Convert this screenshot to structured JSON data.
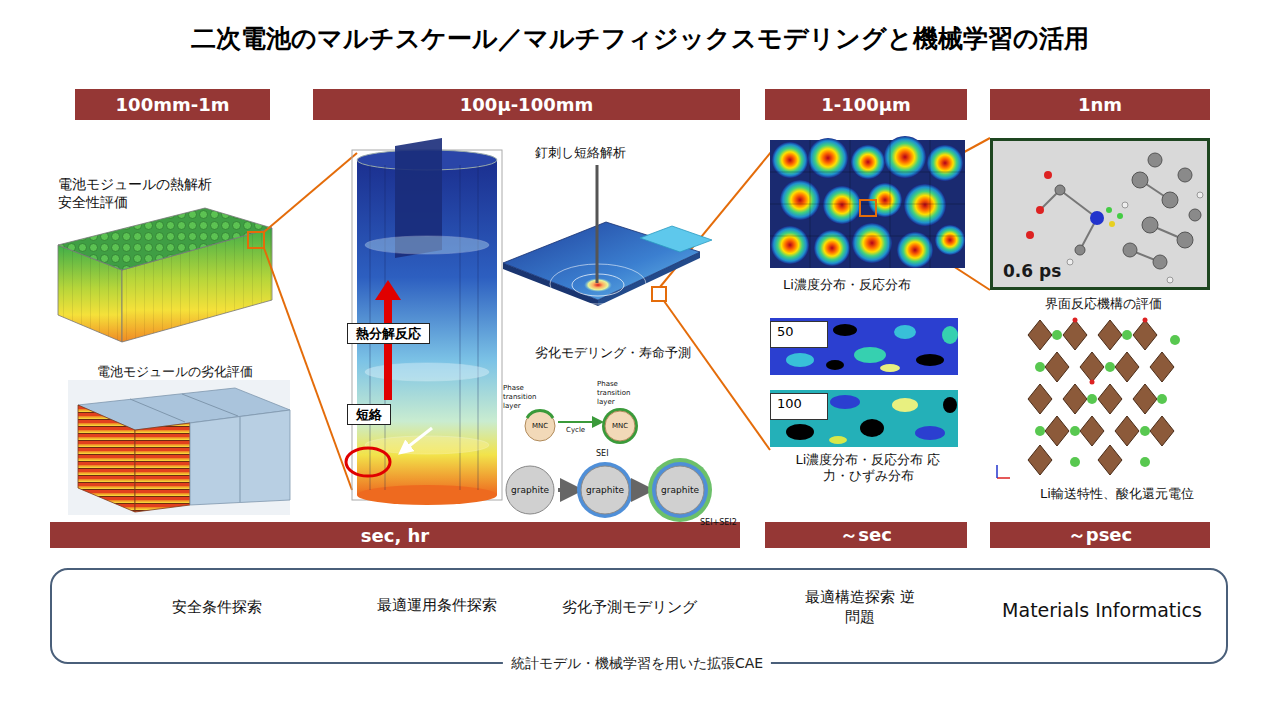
{
  "diagram": {
    "title": "二次電池のマルチスケール／マルチフィジックスモデリングと機械学習の活用",
    "nodes": [
      {
        "text": [
          "100mm-1m"
        ]
      },
      {
        "text": [
          "100μ-100mm"
        ]
      },
      {
        "text": [
          "1-100μm"
        ]
      },
      {
        "text": [
          "1nm"
        ]
      },
      {
        "text": [
          "熱分解反応"
        ]
      },
      {
        "text": [
          "短絡"
        ]
      },
      {
        "text": [
          "50"
        ]
      },
      {
        "text": [
          "100"
        ]
      },
      {
        "text": [
          "0.6 ps"
        ]
      },
      {
        "text": [
          "sec, hr"
        ]
      },
      {
        "text": [
          "～sec"
        ]
      },
      {
        "text": [
          "～psec"
        ]
      },
      {
        "text": [
          "安全条件探索",
          "最適運用条件探索",
          "劣化予測モデリング",
          "最適構造探索 逆問題",
          "Materials Informatics",
          "統計モデル・機械学習を用いた拡張CAE"
        ]
      }
    ],
    "labels": [
      "電池モジュールの熱解析 安全性評価",
      "電池モジュールの劣化評価",
      "釘刺し短絡解析",
      "劣化モデリング・寿命予測",
      "Phase transition layer",
      "Phase transition layer",
      "MNC",
      "MNC",
      "Cycle",
      "graphite",
      "graphite",
      "graphite",
      "SEI",
      "SEI+SEI2",
      "Li濃度分布・反応分布",
      "Li濃度分布・反応分布 応力・ひずみ分布",
      "界面反応機構の評価",
      "Li輸送特性、酸化還元電位"
    ]
  }
}
